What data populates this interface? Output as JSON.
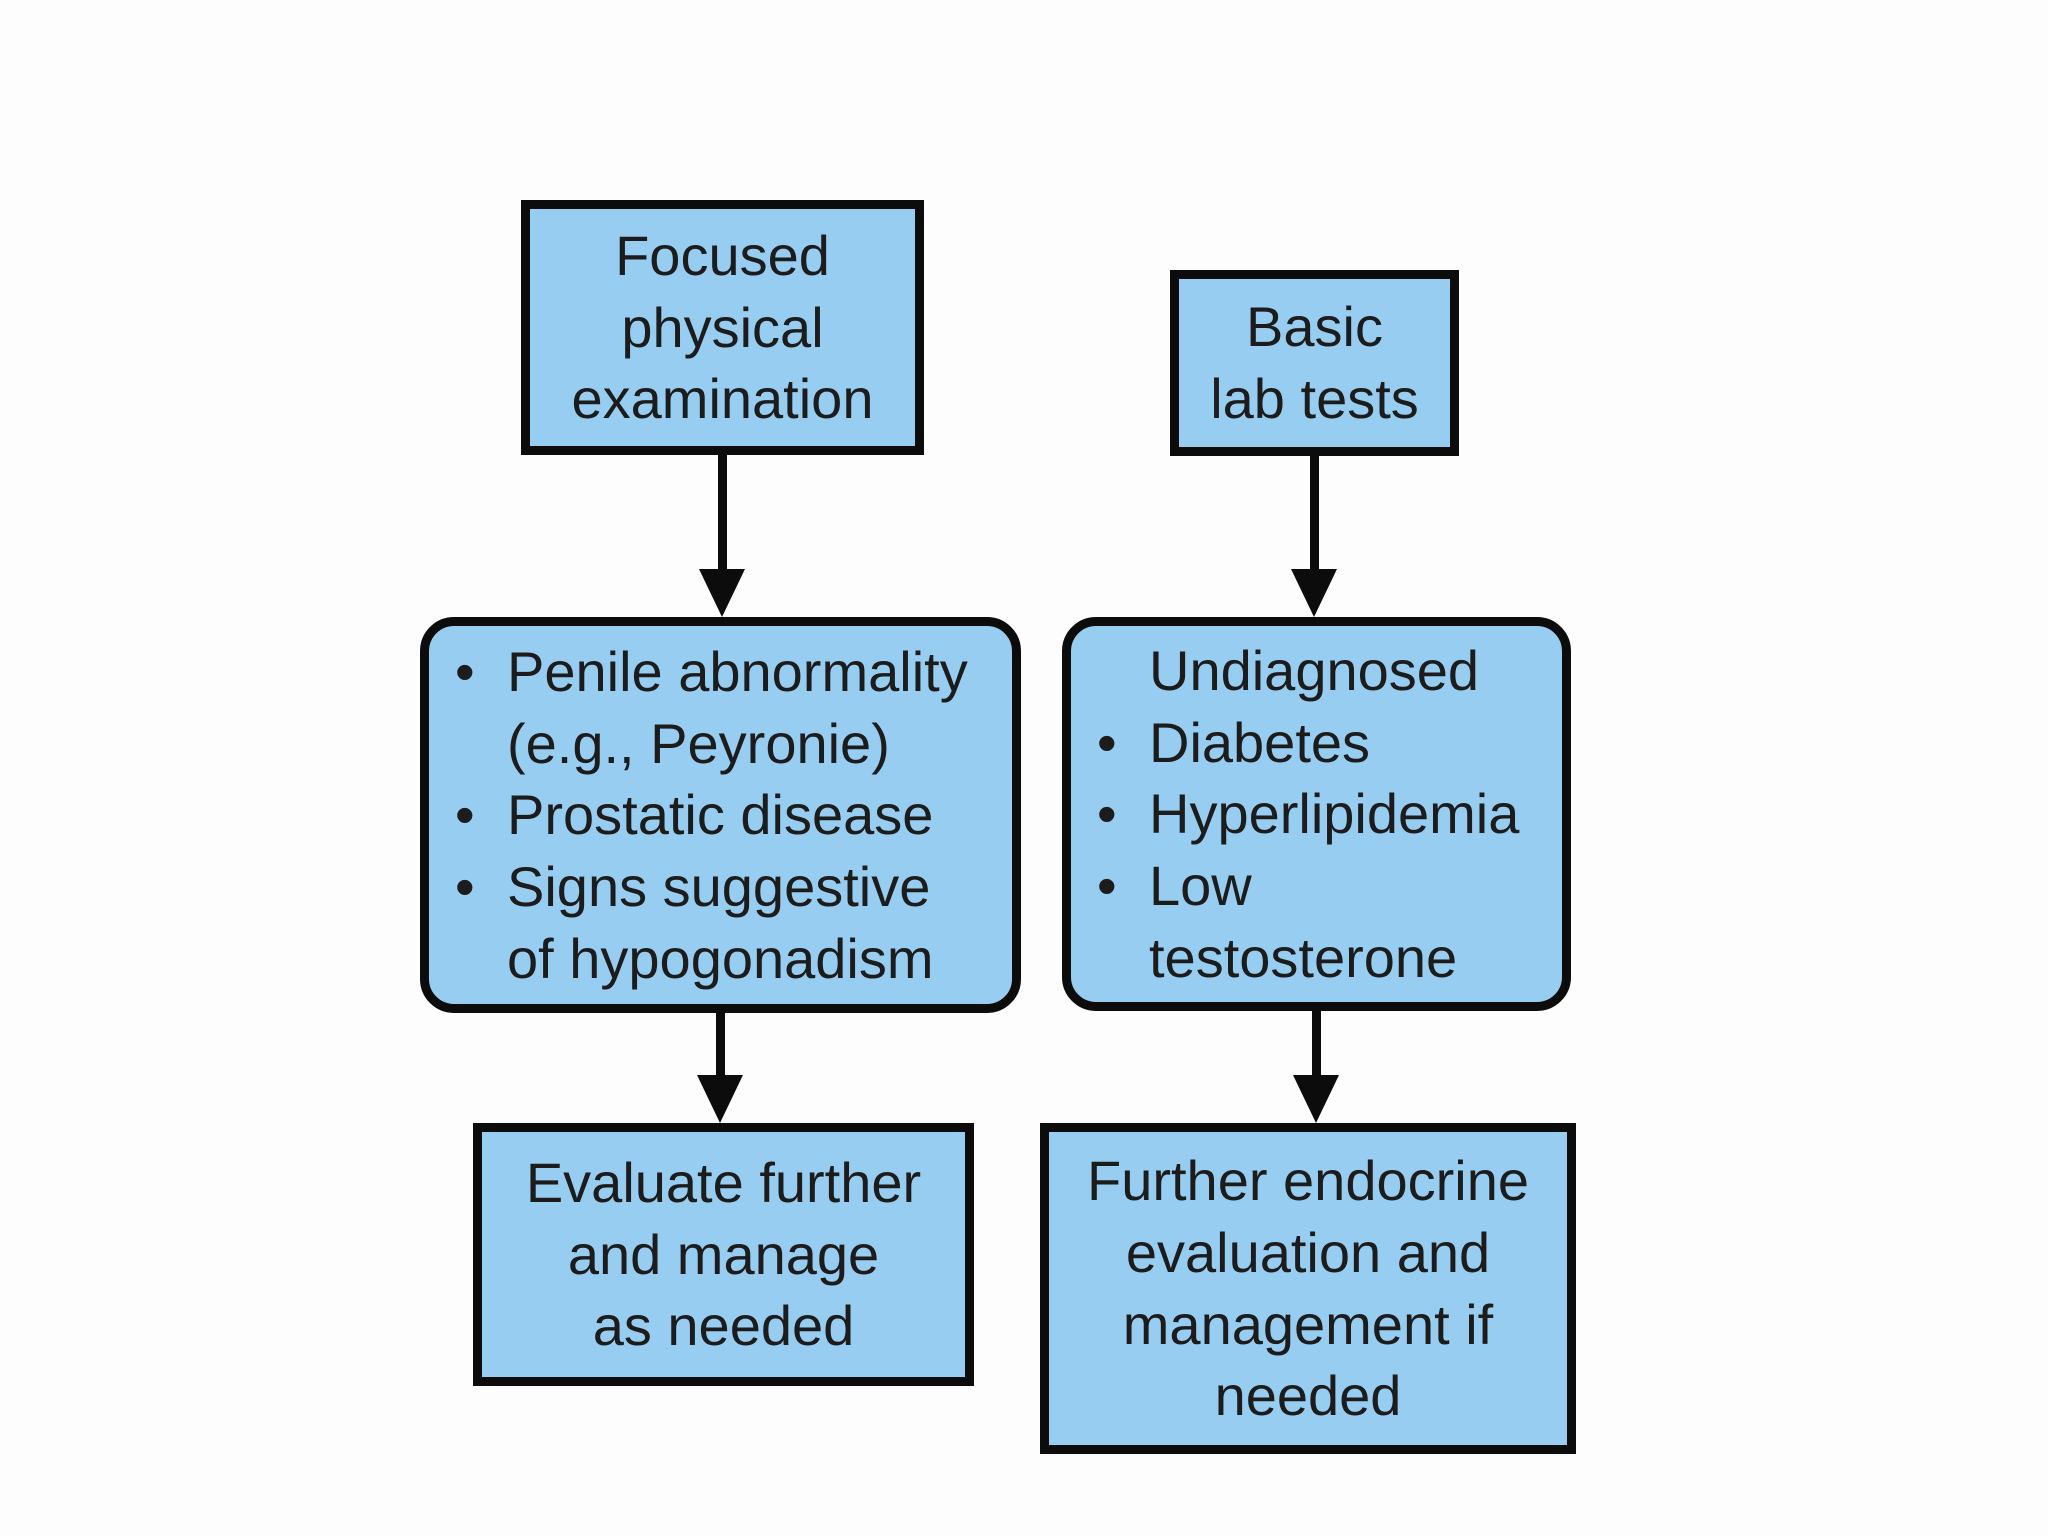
{
  "flow": {
    "bullet_char": "•",
    "colors": {
      "background": "#fdfdfd",
      "box_fill": "#97cdf1",
      "box_border": "#0c0c0c",
      "arrow": "#0c0c0c",
      "text": "#1c1c1c"
    },
    "left": {
      "top": {
        "lines": [
          "Focused",
          "physical",
          "examination"
        ]
      },
      "middle": {
        "items": [
          {
            "lines": [
              "Penile abnormality",
              "(e.g., Peyronie)"
            ]
          },
          {
            "lines": [
              "Prostatic disease"
            ]
          },
          {
            "lines": [
              "Signs suggestive",
              "of hypogonadism"
            ]
          }
        ]
      },
      "bottom": {
        "lines": [
          "Evaluate further",
          "and manage",
          "as needed"
        ]
      }
    },
    "right": {
      "top": {
        "lines": [
          "Basic",
          "lab tests"
        ]
      },
      "middle": {
        "header": "Undiagnosed",
        "items": [
          {
            "lines": [
              "Diabetes"
            ]
          },
          {
            "lines": [
              "Hyperlipidemia"
            ]
          },
          {
            "lines": [
              "Low",
              "testosterone"
            ]
          }
        ]
      },
      "bottom": {
        "lines": [
          "Further endocrine",
          "evaluation and",
          "management if",
          "needed"
        ]
      }
    }
  }
}
